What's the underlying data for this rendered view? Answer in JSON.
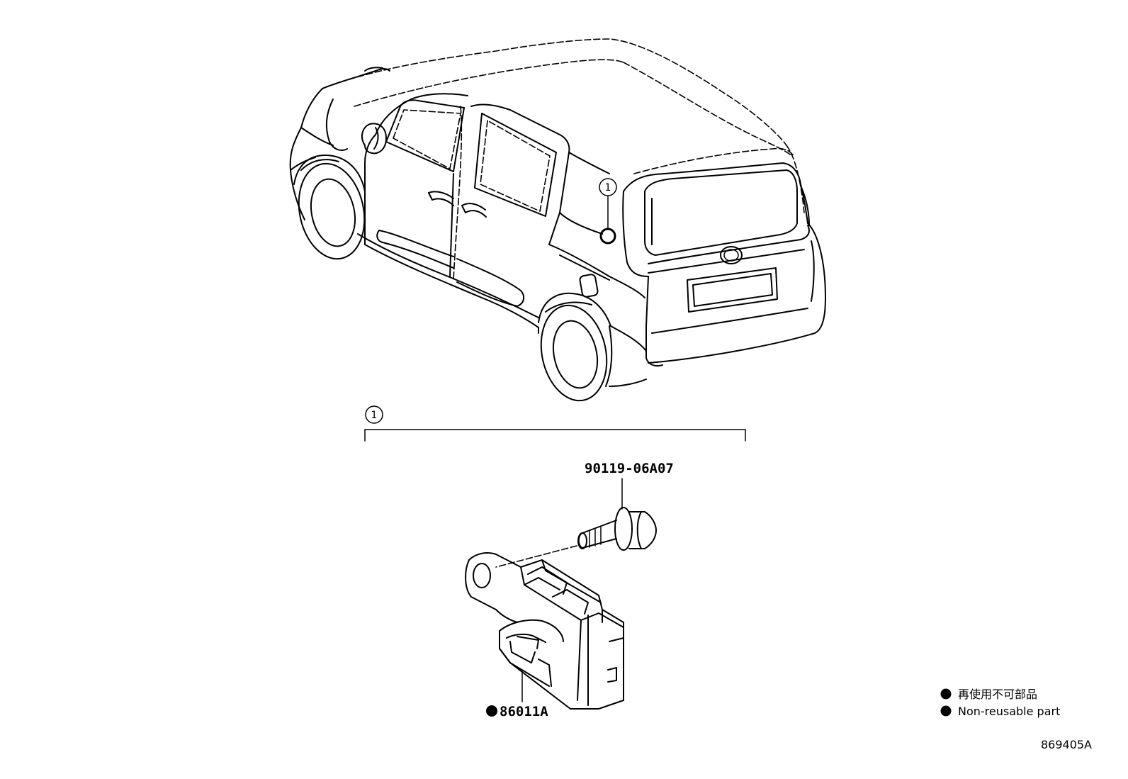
{
  "callouts": {
    "car_location_number": "1",
    "group_number": "1"
  },
  "parts": {
    "bolt_part_number": "90119-06A07",
    "module_part_number": "86011A"
  },
  "legend": {
    "bullet_symbol": "●",
    "line_japanese": "再使用不可部品",
    "line_english": "Non-reusable part"
  },
  "reference_code": "869405A",
  "icons": {
    "vehicle": "minivan-rear-view-icon",
    "bolt": "flange-bolt-icon",
    "module": "camera-module-bracket-icon"
  }
}
